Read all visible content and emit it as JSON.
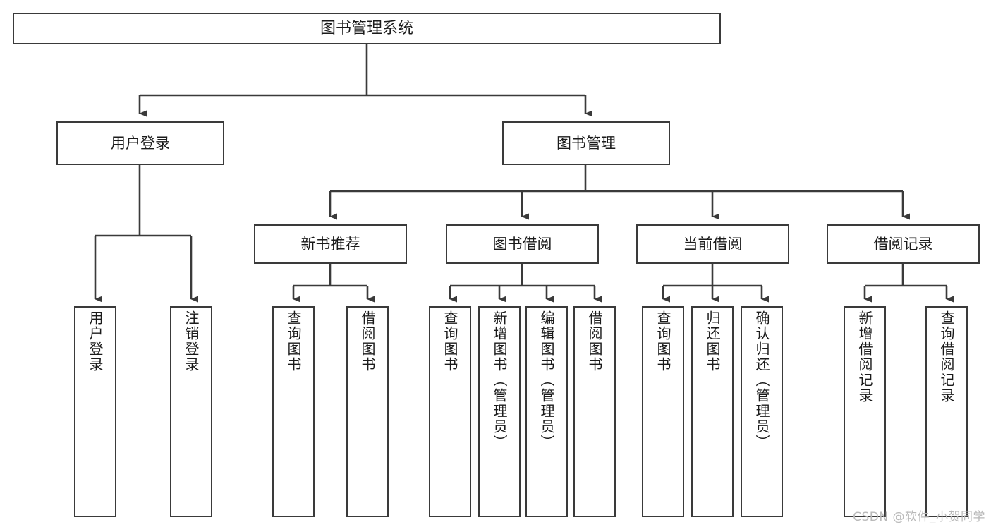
{
  "diagram": {
    "title": "图书管理系统",
    "type": "tree-hierarchy",
    "watermark": "CSDN @软件_小贺同学",
    "colors": {
      "background": "#ffffff",
      "box_border": "#3a3a3a",
      "connector": "#3a3a3a",
      "text": "#1b1b1b",
      "watermark": "#b9b9b9"
    },
    "levels": {
      "root": {
        "label": "图书管理系统"
      },
      "level1": [
        {
          "label": "用户登录"
        },
        {
          "label": "图书管理"
        }
      ],
      "level2": [
        {
          "label": "新书推荐",
          "parent": "图书管理"
        },
        {
          "label": "图书借阅",
          "parent": "图书管理"
        },
        {
          "label": "当前借阅",
          "parent": "图书管理"
        },
        {
          "label": "借阅记录",
          "parent": "图书管理"
        }
      ],
      "leaves": [
        {
          "label": "用户登录",
          "parent": "用户登录"
        },
        {
          "label": "注销登录",
          "parent": "用户登录"
        },
        {
          "label": "查询图书",
          "parent": "新书推荐"
        },
        {
          "label": "借阅图书",
          "parent": "新书推荐"
        },
        {
          "label": "查询图书",
          "parent": "图书借阅"
        },
        {
          "label": "新增图书（管理员）",
          "parent": "图书借阅"
        },
        {
          "label": "编辑图书（管理员）",
          "parent": "图书借阅"
        },
        {
          "label": "借阅图书",
          "parent": "图书借阅"
        },
        {
          "label": "查询图书",
          "parent": "当前借阅"
        },
        {
          "label": "归还图书",
          "parent": "当前借阅"
        },
        {
          "label": "确认归还（管理员）",
          "parent": "当前借阅"
        },
        {
          "label": "新增借阅记录",
          "parent": "借阅记录"
        },
        {
          "label": "查询借阅记录",
          "parent": "借阅记录"
        }
      ]
    }
  }
}
